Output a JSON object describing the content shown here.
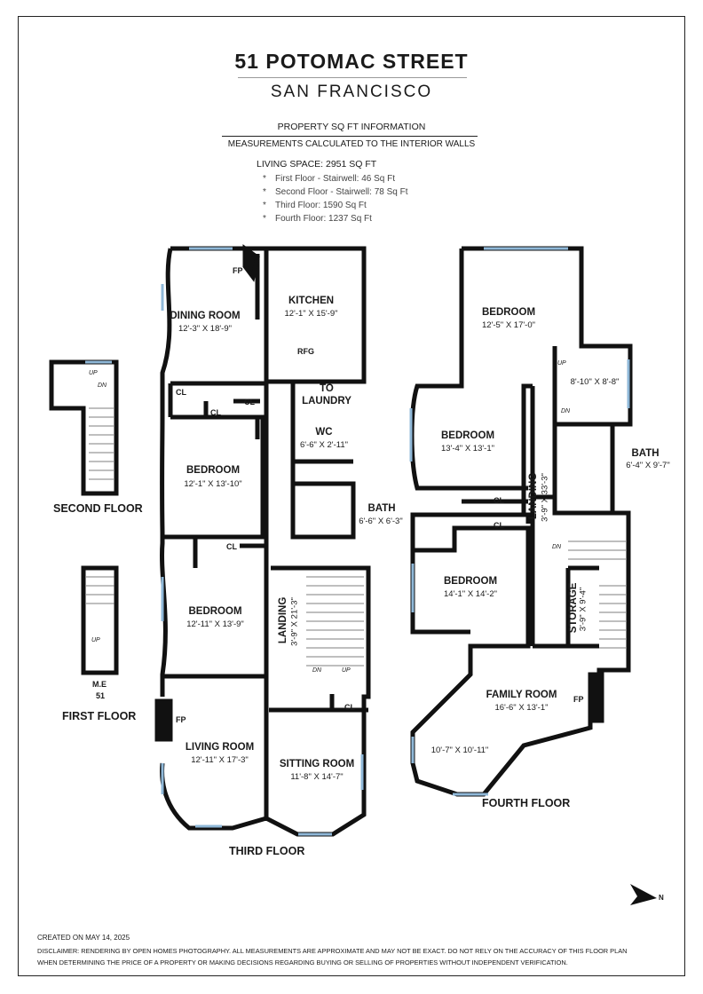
{
  "header": {
    "title": "51 POTOMAC STREET",
    "subtitle": "SAN FRANCISCO",
    "info_heading": "PROPERTY SQ FT INFORMATION",
    "info_subheading": "MEASUREMENTS CALCULATED TO THE INTERIOR WALLS",
    "living_space": "LIVING SPACE: 2951 SQ FT",
    "breakdown": [
      "First Floor - Stairwell:  46 Sq Ft",
      "Second Floor - Stairwell:  78 Sq Ft",
      "Third Floor:  1590 Sq Ft",
      "Fourth Floor:  1237 Sq Ft"
    ],
    "bullet": "*"
  },
  "floors": {
    "first": "FIRST FLOOR",
    "second": "SECOND FLOOR",
    "third": "THIRD FLOOR",
    "fourth": "FOURTH FLOOR"
  },
  "first_floor": {
    "me_label": "M.E",
    "me_number": "51",
    "up": "UP"
  },
  "second_floor": {
    "up": "UP",
    "dn": "DN"
  },
  "third_floor": {
    "dining": {
      "name": "DINING ROOM",
      "dims": "12'-3\" X 18'-9\""
    },
    "kitchen": {
      "name": "KITCHEN",
      "dims": "12'-1\" X 15'-9\""
    },
    "fp_top": "FP",
    "rfg": "RFG",
    "to_laundry": "TO\nLAUNDRY",
    "cl": "CL",
    "wc": {
      "name": "WC",
      "dims": "6'-6\" X 2'-11\""
    },
    "bedroom": {
      "name": "BEDROOM",
      "dims": "12'-1\" X 13'-10\""
    },
    "bath": {
      "name": "BATH",
      "dims": "6'-6\" X 6'-3\""
    },
    "bedroom2": {
      "name": "BEDROOM",
      "dims": "12'-11\" X 13'-9\""
    },
    "landing": {
      "name": "LANDING",
      "dims": "3'-9\" X 21'-3\""
    },
    "living": {
      "name": "LIVING ROOM",
      "dims": "12'-11\" X 17'-3\""
    },
    "fp_living": "FP",
    "sitting": {
      "name": "SITTING ROOM",
      "dims": "11'-8\" X 14'-7\""
    },
    "dn": "DN",
    "up": "UP"
  },
  "fourth_floor": {
    "bedroom_top": {
      "name": "BEDROOM",
      "dims": "12'-5\" X 17'-0\""
    },
    "alcove": {
      "dims": "8'-10\" X 8'-8\""
    },
    "up": "UP",
    "dn": "DN",
    "bedroom_mid": {
      "name": "BEDROOM",
      "dims": "13'-4\" X 13'-1\""
    },
    "bath": {
      "name": "BATH",
      "dims": "6'-4\" X 9'-7\""
    },
    "landing": {
      "name": "LANDING",
      "dims": "3'-9\" X 33'-3\""
    },
    "cl": "CL",
    "bedroom_low": {
      "name": "BEDROOM",
      "dims": "14'-1\" X 14'-2\""
    },
    "storage": {
      "name": "STORAGE",
      "dims": "3'-9\" X 9'-4\""
    },
    "family": {
      "name": "FAMILY ROOM",
      "dims": "16'-6\" X 13'-1\""
    },
    "fp": "FP",
    "bay": {
      "dims": "10'-7\" X 10'-11\""
    }
  },
  "compass": {
    "label": "N"
  },
  "footer": {
    "created": "CREATED ON MAY 14, 2025",
    "disclaimer1": "DISCLAIMER: RENDERING BY OPEN HOMES PHOTOGRAPHY. ALL MEASUREMENTS ARE APPROXIMATE AND MAY NOT BE EXACT. DO NOT RELY ON THE ACCURACY OF THIS FLOOR PLAN",
    "disclaimer2": "WHEN DETERMINING THE PRICE OF A PROPERTY OR MAKING DECISIONS REGARDING BUYING OR SELLING OF PROPERTIES WITHOUT INDEPENDENT VERIFICATION."
  },
  "colors": {
    "wall": "#111111",
    "window": "#8fb8d8",
    "text": "#1a1a1a"
  }
}
